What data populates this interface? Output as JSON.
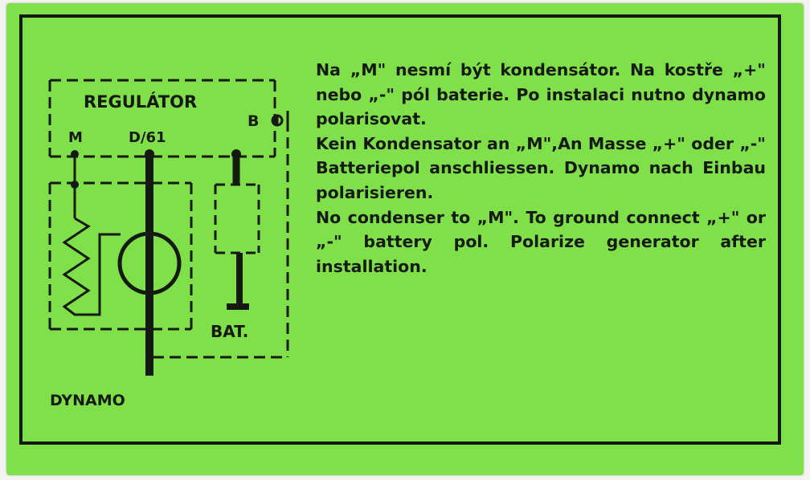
{
  "diagram": {
    "regulator_label": "REGULÁTOR",
    "terminal_m": "M",
    "terminal_df": "D/61",
    "terminal_b": "B",
    "battery_label": "BAT.",
    "dynamo_label": "DYNAMO"
  },
  "text": {
    "czech": "Na „M\" nesmí být kondensátor. Na kostře „+\" nebo „-\" pól baterie. Po instalaci nutno dynamo polarisovat.",
    "german": "Kein Kondensator an „M\",An Masse „+\" oder „-\" Batteriepol anschliessen. Dynamo nach Einbau polarisieren.",
    "english": "No condenser to „M\". To ground connect „+\" or „-\" battery pol. Polarize generator after installation."
  },
  "colors": {
    "background": "#7fe04a",
    "ink": "#141a10"
  }
}
